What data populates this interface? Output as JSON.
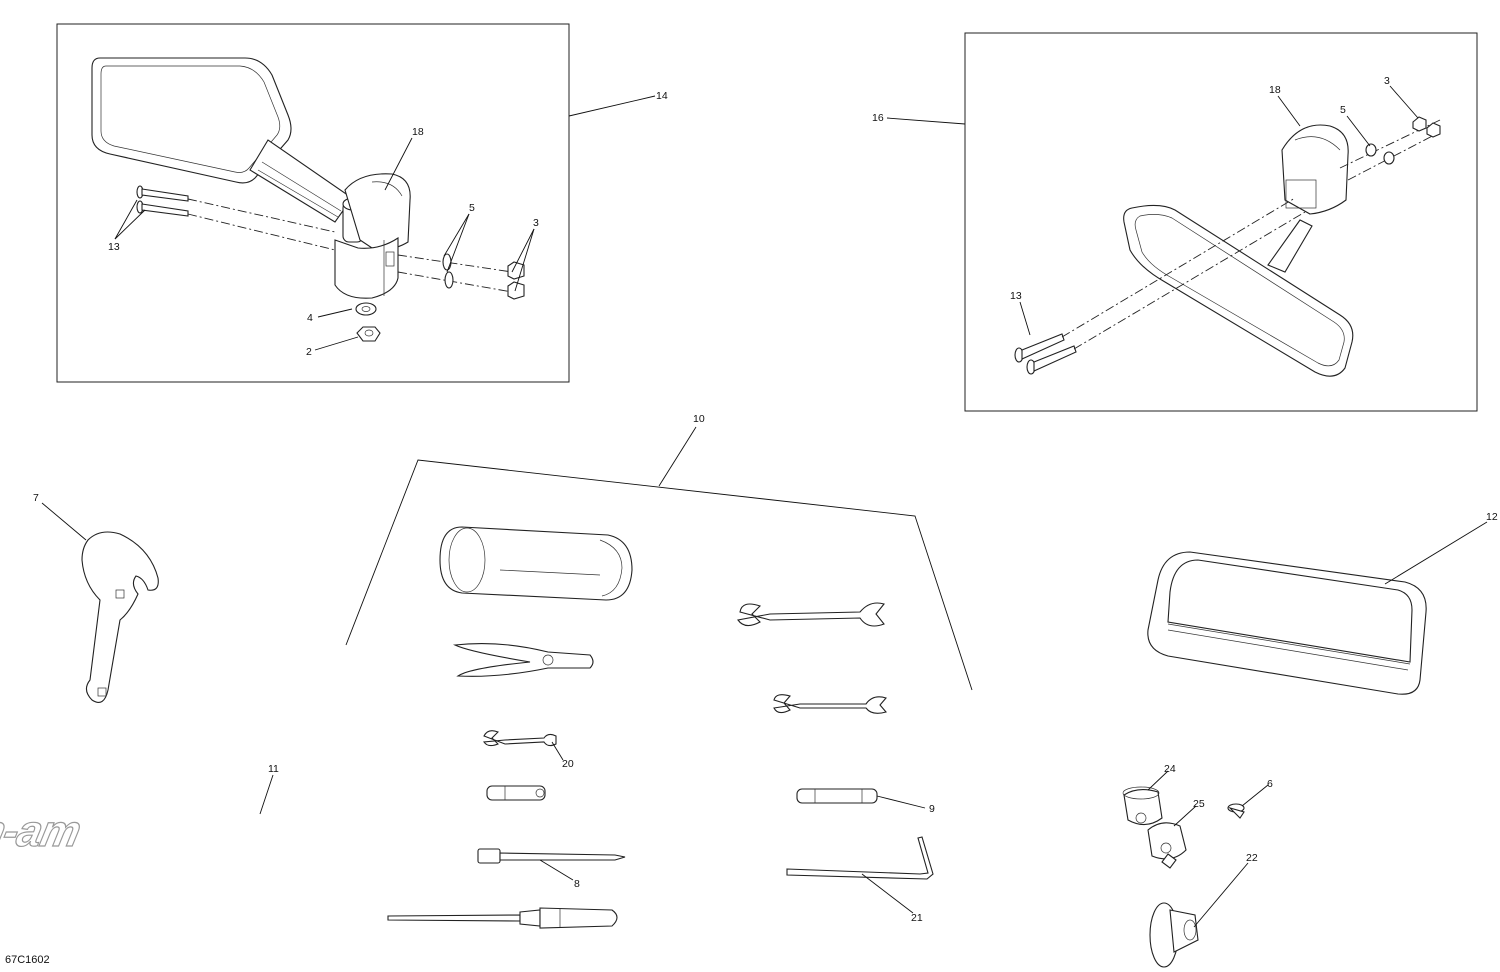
{
  "diagram_code": "67C1602",
  "callouts": {
    "c14": "14",
    "c18a": "18",
    "c5a": "5",
    "c3a": "3",
    "c13a": "13",
    "c4": "4",
    "c2": "2",
    "c16": "16",
    "c18b": "18",
    "c5b": "5",
    "c3b": "3",
    "c13b": "13",
    "c10": "10",
    "c7": "7",
    "c11": "11",
    "c12": "12",
    "c20": "20",
    "c9": "9",
    "c8": "8",
    "c21": "21",
    "c24": "24",
    "c25": "25",
    "c6": "6",
    "c22": "22"
  },
  "logo": {
    "text": "can-am"
  }
}
